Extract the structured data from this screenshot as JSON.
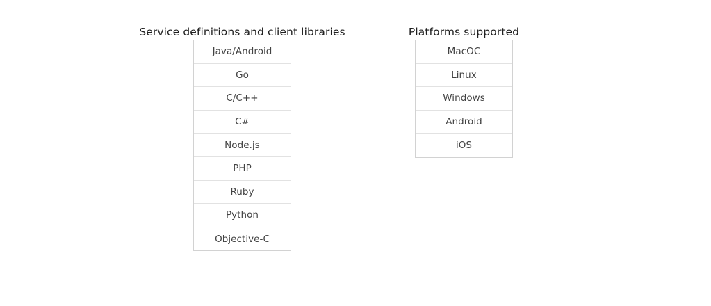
{
  "page": {
    "background_color": "#ffffff",
    "heading_color": "#1f1f1f",
    "cell_text_color": "#434343",
    "table_border_color": "#d2d2d2",
    "row_divider_color": "#e2e2e2"
  },
  "columns": [
    {
      "key": "services",
      "heading": "Service definitions and client libraries",
      "rows": [
        "Java/Android",
        "Go",
        "C/C++",
        "C#",
        "Node.js",
        "PHP",
        "Ruby",
        "Python",
        "Objective-C"
      ]
    },
    {
      "key": "platforms",
      "heading": "Platforms supported",
      "rows": [
        "MacOC",
        "Linux",
        "Windows",
        "Android",
        "iOS"
      ]
    }
  ]
}
